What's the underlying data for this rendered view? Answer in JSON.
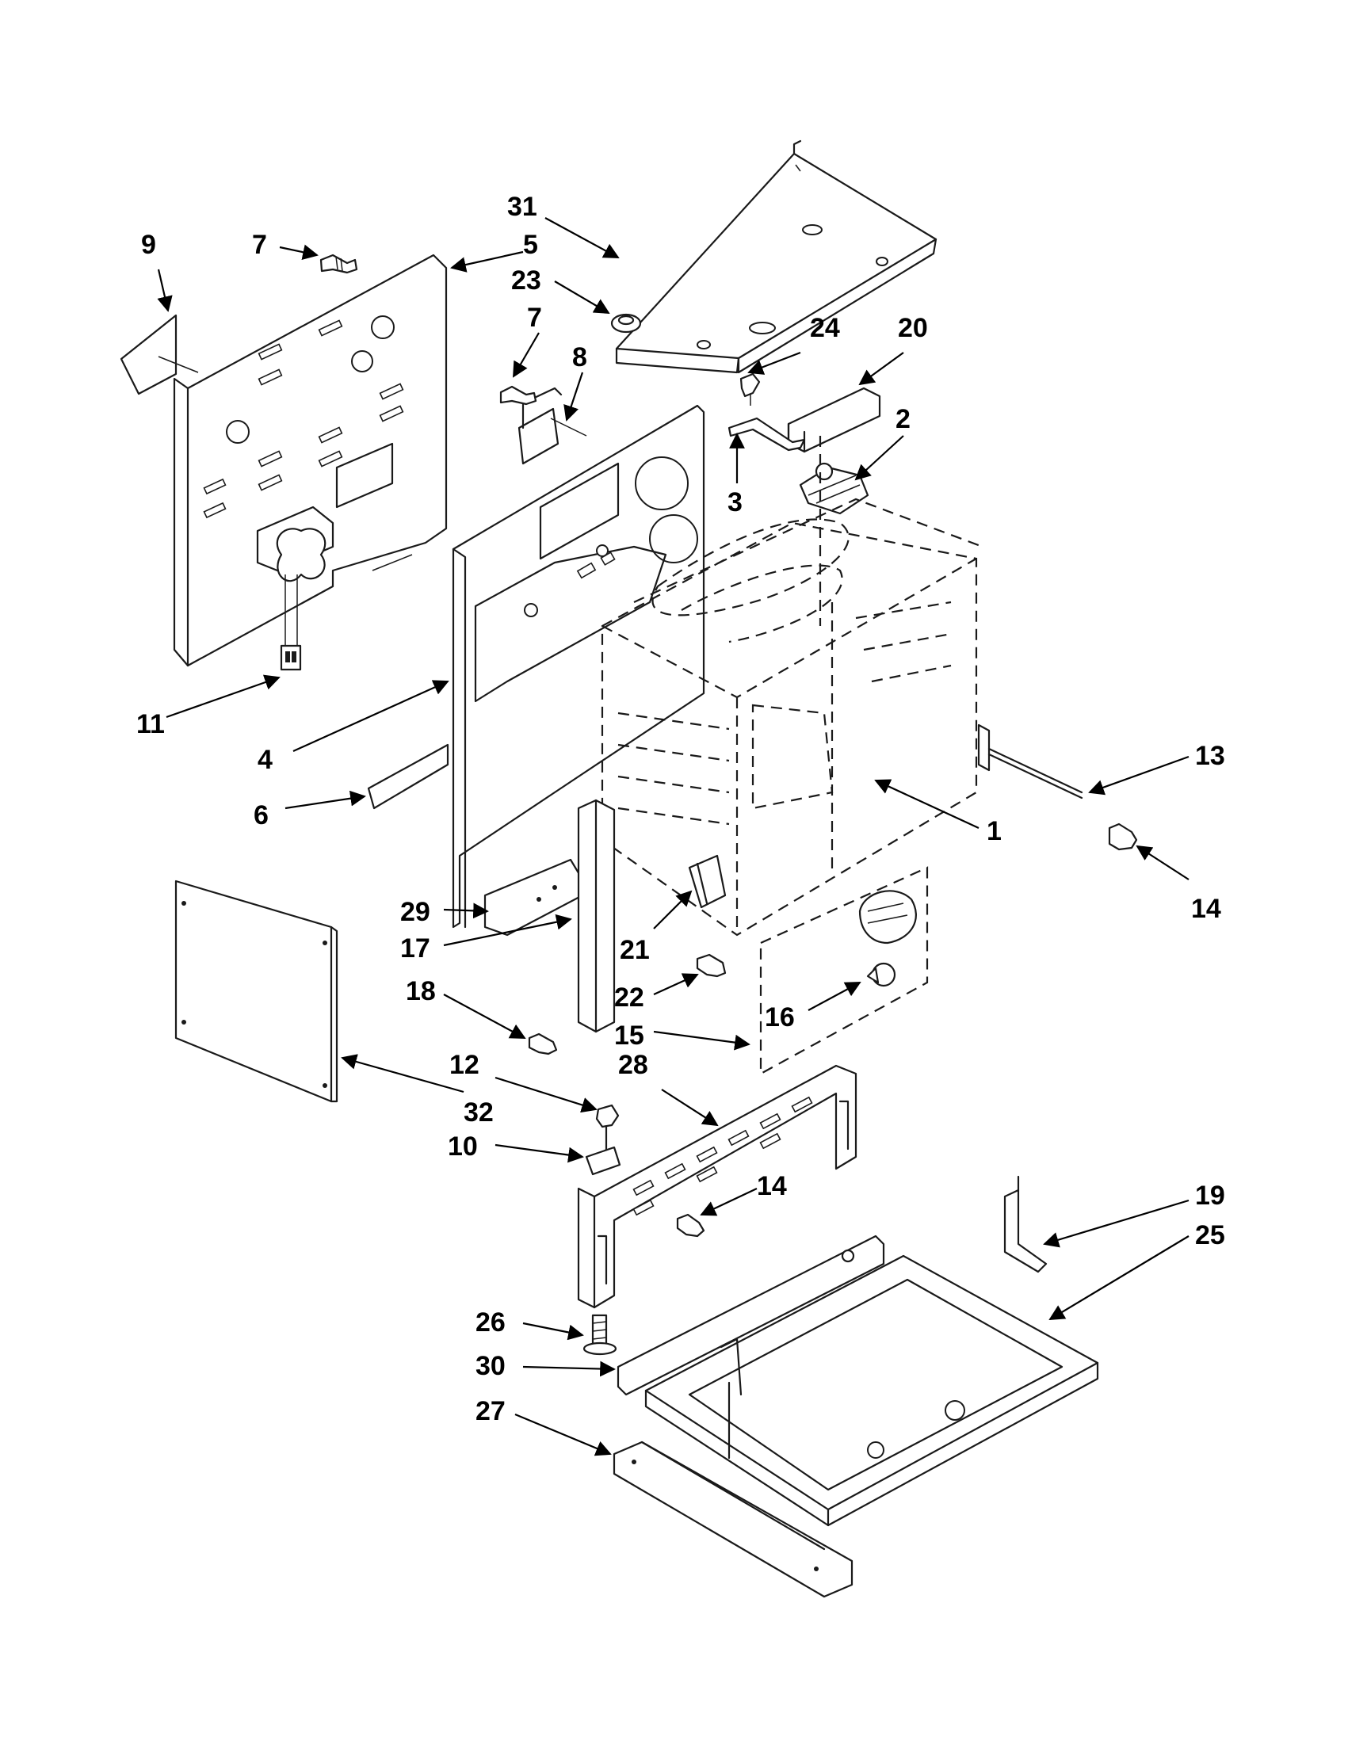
{
  "colors": {
    "ink": "#1a1a1a",
    "background": "#ffffff"
  },
  "callouts": [
    {
      "id": "c31",
      "label": "31"
    },
    {
      "id": "c9",
      "label": "9"
    },
    {
      "id": "c7a",
      "label": "7"
    },
    {
      "id": "c5",
      "label": "5"
    },
    {
      "id": "c23",
      "label": "23"
    },
    {
      "id": "c7b",
      "label": "7"
    },
    {
      "id": "c8",
      "label": "8"
    },
    {
      "id": "c24",
      "label": "24"
    },
    {
      "id": "c20",
      "label": "20"
    },
    {
      "id": "c2",
      "label": "2"
    },
    {
      "id": "c3",
      "label": "3"
    },
    {
      "id": "c11",
      "label": "11"
    },
    {
      "id": "c4",
      "label": "4"
    },
    {
      "id": "c6",
      "label": "6"
    },
    {
      "id": "c13",
      "label": "13"
    },
    {
      "id": "c1",
      "label": "1"
    },
    {
      "id": "c14a",
      "label": "14"
    },
    {
      "id": "c29",
      "label": "29"
    },
    {
      "id": "c17",
      "label": "17"
    },
    {
      "id": "c21",
      "label": "21"
    },
    {
      "id": "c18",
      "label": "18"
    },
    {
      "id": "c22",
      "label": "22"
    },
    {
      "id": "c16",
      "label": "16"
    },
    {
      "id": "c15",
      "label": "15"
    },
    {
      "id": "c32",
      "label": "32"
    },
    {
      "id": "c12",
      "label": "12"
    },
    {
      "id": "c28",
      "label": "28"
    },
    {
      "id": "c10",
      "label": "10"
    },
    {
      "id": "c14b",
      "label": "14"
    },
    {
      "id": "c19",
      "label": "19"
    },
    {
      "id": "c25",
      "label": "25"
    },
    {
      "id": "c26",
      "label": "26"
    },
    {
      "id": "c30",
      "label": "30"
    },
    {
      "id": "c27",
      "label": "27"
    }
  ]
}
